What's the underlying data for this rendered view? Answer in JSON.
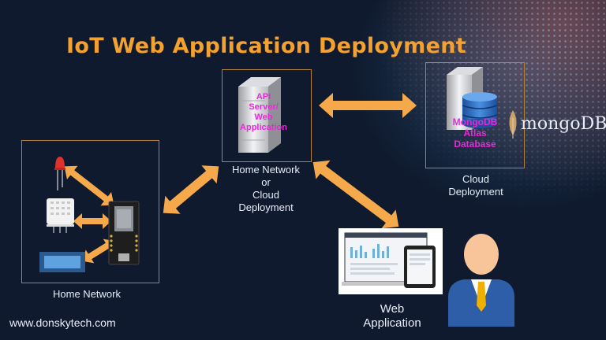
{
  "title": "IoT Web Application Deployment",
  "api_server": {
    "line1": "API",
    "line2": "Server/",
    "line3": "Web",
    "line4": "Application"
  },
  "home_or_cloud": {
    "line1": "Home Network",
    "line2": "or",
    "line3": "Cloud",
    "line4": "Deployment"
  },
  "database": {
    "line1": "MongoDB",
    "line2": "Atlas",
    "line3": "Database"
  },
  "mongodb_logo": "mongoDB",
  "cloud_deployment": {
    "line1": "Cloud",
    "line2": "Deployment"
  },
  "home_network": "Home Network",
  "web_application": {
    "line1": "Web",
    "line2": "Application"
  },
  "footer": "www.donskytech.com",
  "colors": {
    "title": "#f4a12f",
    "arrow": "#f6a94a",
    "box_border": "#b3803a",
    "highlight": "#e62ad6",
    "background": "#0f1a2e"
  },
  "icons": [
    "server-icon",
    "database-icon",
    "mongodb-leaf-icon",
    "led-icon",
    "dht-sensor-icon",
    "esp32-board-icon",
    "lcd-display-icon",
    "laptop-icon",
    "tablet-icon",
    "user-icon"
  ]
}
